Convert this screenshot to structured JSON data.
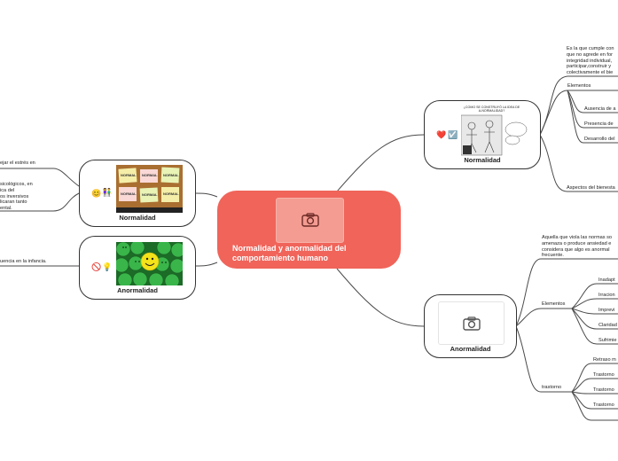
{
  "center": {
    "title": "Normalidad y anormalidad del comportamiento humano"
  },
  "left_topics": {
    "normalidad": {
      "label": "Normalidad",
      "icons": [
        "smiley-icon",
        "couple-icon"
      ],
      "image": "normal-sticky-notes-image",
      "notes": [
        {
          "text": "ejar el estrés en"
        },
        {
          "text": "sicológicos, en\nica del\nos inversivos\nlicaran tanto\nental."
        }
      ]
    },
    "anormalidad": {
      "label": "Anormalidad",
      "icons": [
        "prohibited-icon",
        "lightbulb-icon"
      ],
      "image": "green-smiley-balls-image",
      "notes": [
        {
          "text": "uencia en la infancia."
        }
      ]
    }
  },
  "right_topics": {
    "normalidad": {
      "label": "Normalidad",
      "icons": [
        "heart-icon",
        "checkbox-icon"
      ],
      "image_caption": "¿COMO SE CONSTRUYÓ LA IDEA DE A-NORMALIDAD?",
      "definition": "Es la que cumple con\nque no agrede en for\nintegridad individual,\nparticipar,construir y\ncolectivamente el bie",
      "elementos_label": "Elementos",
      "elementos": [
        "Ausencia de a",
        "Presencia de",
        "Desarrollo del"
      ],
      "aspectos_label": "Aspectos del bienesta"
    },
    "anormalidad": {
      "label": "Anormalidad",
      "image": "camera-placeholder-icon",
      "definition": "Aquella que viola las normas so\namenaza o produce ansiedad e\nconsidera que algo es anormal\nfrecuente.",
      "elementos_label": "Elementos",
      "elementos": [
        "Inadapt",
        "Irracion",
        "Imprevi",
        "Claridad",
        "Sufrimie"
      ],
      "trastorno_label": "trastorno",
      "trastornos": [
        "Retraso m",
        "Trastorno",
        "Trastorno",
        "Trastorno"
      ]
    }
  },
  "colors": {
    "center": "#f0645a",
    "line": "#4a4a4a",
    "accent_purple": "#9b3fd1"
  }
}
